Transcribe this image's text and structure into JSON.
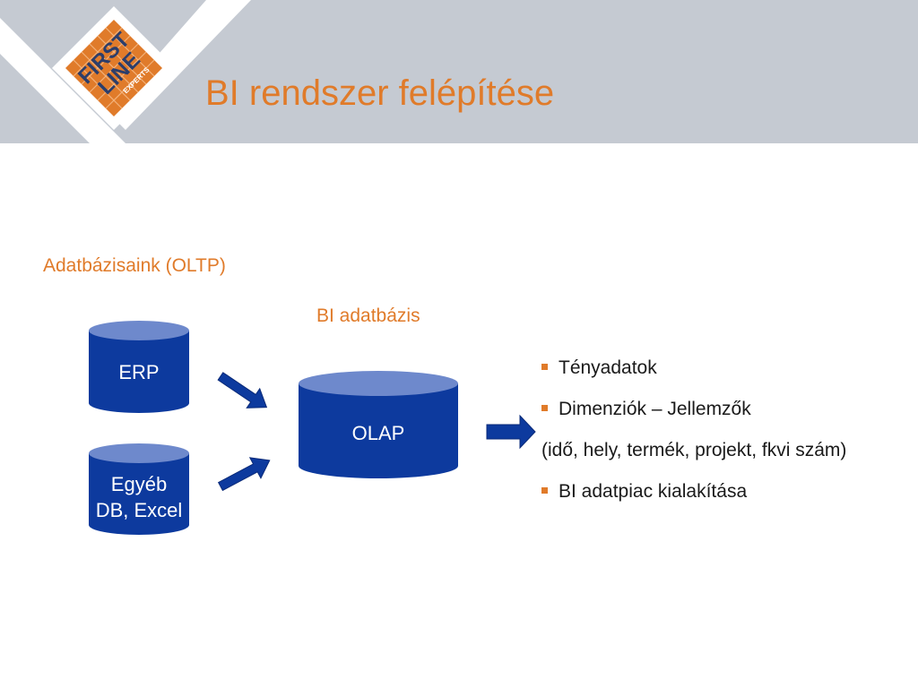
{
  "header": {
    "title": "BI rendszer felépítése",
    "logo": {
      "line1": "FIRST",
      "line2": "LINE",
      "tagline": "EXPERTS"
    }
  },
  "labels": {
    "oltp": "Adatbázisaink (OLTP)",
    "bi_db": "BI adatbázis"
  },
  "databases": {
    "erp": "ERP",
    "other_line1": "Egyéb",
    "other_line2": "DB, Excel",
    "olap": "OLAP"
  },
  "bullets": {
    "item1": "Tényadatok",
    "item2": "Dimenziók – Jellemzők",
    "item2_detail": "(idő, hely, termék, projekt, fkvi szám)",
    "item3": "BI adatpiac kialakítása"
  },
  "colors": {
    "accent": "#e07b2a",
    "header_band": "#c5cad2",
    "cylinder_body": "#0d3a9e",
    "cylinder_top": "#6e89cc",
    "arrow": "#0d3a9e"
  }
}
